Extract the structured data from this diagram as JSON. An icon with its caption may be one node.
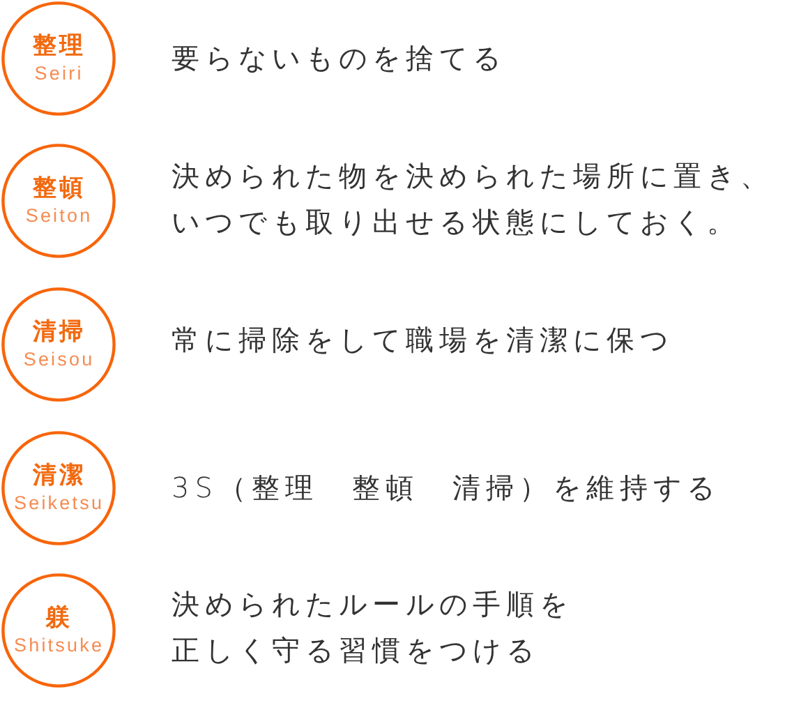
{
  "diagram": {
    "nodes": [
      {
        "text": [
          "整理",
          "Seiri"
        ],
        "beside": [
          "要らないものを捨てる"
        ]
      },
      {
        "text": [
          "整頓",
          "Seiton"
        ],
        "beside": [
          "決められた物を決められた場所に置き、いつでも取り出せる状態にしておく。"
        ]
      },
      {
        "text": [
          "清掃",
          "Seisou"
        ],
        "beside": [
          "常に掃除をして職場を清潔に保つ"
        ]
      },
      {
        "text": [
          "清潔",
          "Seiketsu"
        ],
        "beside": [
          "3S（整理　整頓　清掃）を維持する"
        ]
      },
      {
        "text": [
          "躾",
          "Shitsuke"
        ],
        "beside": [
          "決められたルールの手順を正しく守る習慣をつける"
        ]
      }
    ]
  }
}
